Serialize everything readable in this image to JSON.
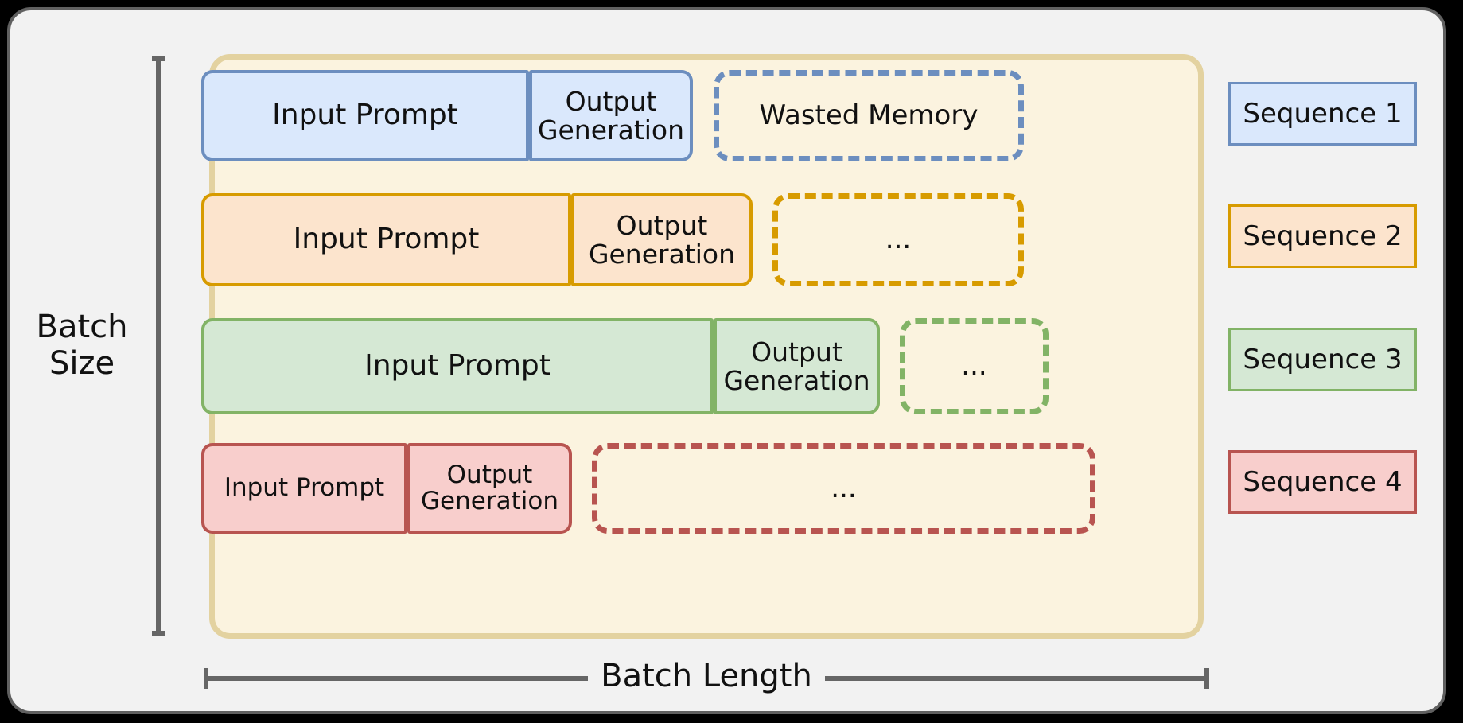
{
  "figure": {
    "axis_labels": {
      "vertical": "Batch\nSize",
      "vertical_line1": "Batch",
      "vertical_line2": "Size",
      "horizontal": "Batch Length"
    },
    "colors": {
      "background": "#000000",
      "panel": "#f2f2f2",
      "panel_border": "#606060",
      "container_fill": "#fbf3df",
      "container_border": "#e3d2a0",
      "bracket": "#666666",
      "blue_fill": "#dae8fc",
      "blue_border": "#6c8ebf",
      "orange_fill": "#fce4cd",
      "orange_border": "#d79b00",
      "green_fill": "#d5e8d4",
      "green_border": "#82b366",
      "red_fill": "#f8cecc",
      "red_border": "#b85450"
    }
  },
  "rows": [
    {
      "id": "sequence-1",
      "color": "c-blue",
      "prompt_label": "Input Prompt",
      "generation_label": "Output\nGeneration",
      "generation_line1": "Output",
      "generation_line2": "Generation",
      "waste_label": "Wasted Memory"
    },
    {
      "id": "sequence-2",
      "color": "c-orange",
      "prompt_label": "Input Prompt",
      "generation_label": "Output\nGeneration",
      "generation_line1": "Output",
      "generation_line2": "Generation",
      "waste_label": "..."
    },
    {
      "id": "sequence-3",
      "color": "c-green",
      "prompt_label": "Input Prompt",
      "generation_label": "Output\nGeneration",
      "generation_line1": "Output",
      "generation_line2": "Generation",
      "waste_label": "..."
    },
    {
      "id": "sequence-4",
      "color": "c-red",
      "prompt_label": "Input Prompt",
      "generation_label": "Output\nGeneration",
      "generation_line1": "Output",
      "generation_line2": "Generation",
      "waste_label": "..."
    }
  ],
  "legend": [
    {
      "label": "Sequence 1",
      "color": "c-blue"
    },
    {
      "label": "Sequence 2",
      "color": "c-orange"
    },
    {
      "label": "Sequence 3",
      "color": "c-green"
    },
    {
      "label": "Sequence 4",
      "color": "c-red"
    }
  ]
}
